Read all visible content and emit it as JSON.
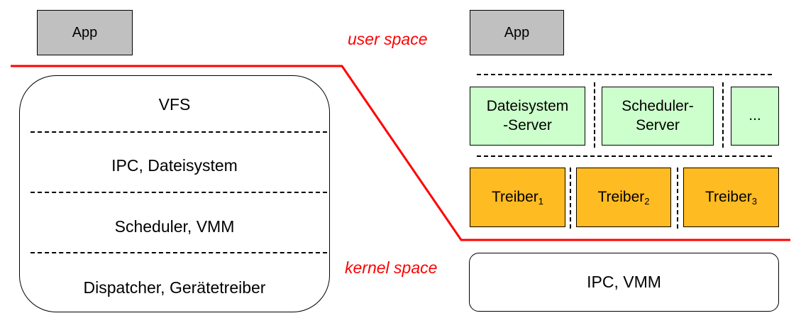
{
  "labels": {
    "user_space": "user space",
    "kernel_space": "kernel space"
  },
  "monolithic": {
    "app": "App",
    "layers": [
      "VFS",
      "IPC, Dateisystem",
      "Scheduler, VMM",
      "Dispatcher, Gerätetreiber"
    ]
  },
  "microkernel": {
    "app": "App",
    "servers": [
      {
        "line1": "Dateisystem",
        "line2": "-Server"
      },
      {
        "line1": "Scheduler-",
        "line2": "Server"
      },
      {
        "line1": "...",
        "line2": ""
      }
    ],
    "drivers": [
      {
        "name": "Treiber",
        "sub": "1"
      },
      {
        "name": "Treiber",
        "sub": "2"
      },
      {
        "name": "Treiber",
        "sub": "3"
      }
    ],
    "kernel": "IPC, VMM"
  },
  "colors": {
    "boundary": "#ff0000",
    "app": "#c0c0c0",
    "server": "#ccffcc",
    "driver": "#ffbb22"
  }
}
